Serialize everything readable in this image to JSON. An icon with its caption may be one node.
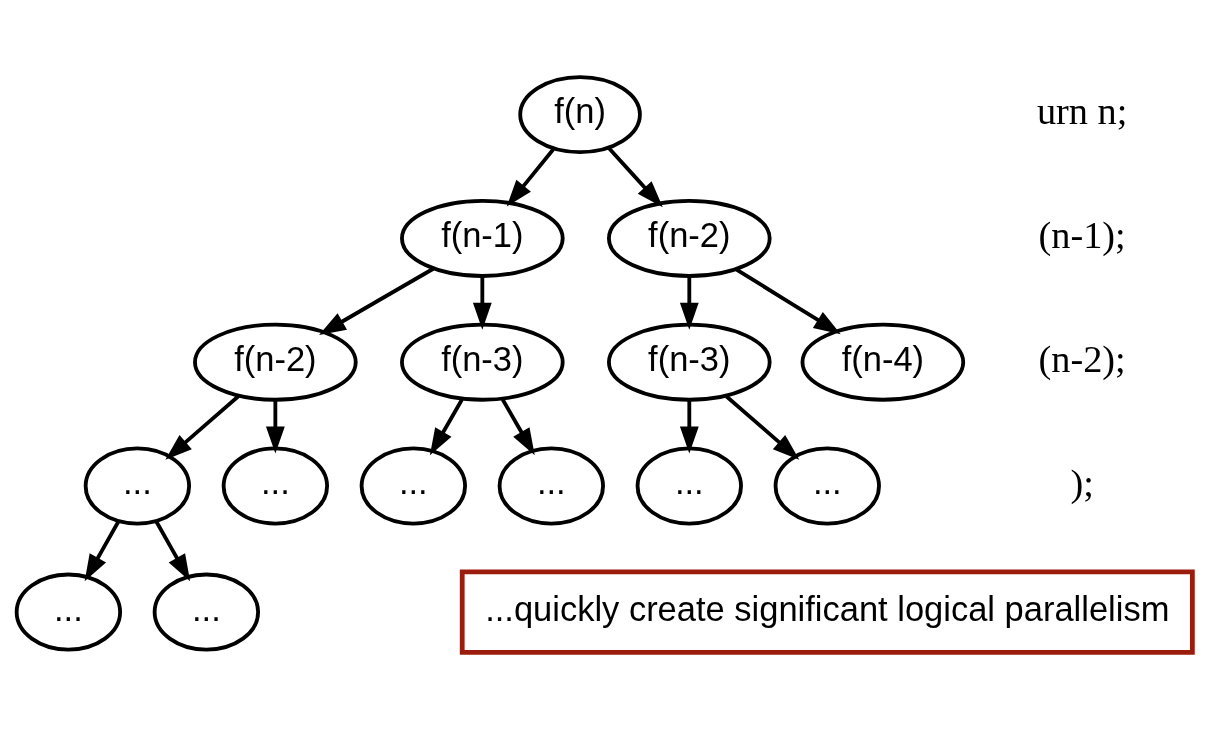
{
  "diagram": {
    "nodes": [
      {
        "text": [
          "f(n)"
        ]
      },
      {
        "text": [
          "f(n-1)"
        ]
      },
      {
        "text": [
          "f(n-2)"
        ]
      },
      {
        "text": [
          "f(n-2)"
        ]
      },
      {
        "text": [
          "f(n-3)"
        ]
      },
      {
        "text": [
          "f(n-3)"
        ]
      },
      {
        "text": [
          "f(n-4)"
        ]
      },
      {
        "text": [
          "..."
        ]
      },
      {
        "text": [
          "..."
        ]
      },
      {
        "text": [
          "..."
        ]
      },
      {
        "text": [
          "..."
        ]
      },
      {
        "text": [
          "..."
        ]
      },
      {
        "text": [
          "..."
        ]
      },
      {
        "text": [
          "..."
        ]
      },
      {
        "text": [
          "..."
        ]
      },
      {
        "text": [
          "...quickly create significant logical parallelism"
        ]
      }
    ],
    "edges": [
      {
        "from": 0,
        "to": 1,
        "arrow": "to"
      },
      {
        "from": 0,
        "to": 2,
        "arrow": "to"
      },
      {
        "from": 1,
        "to": 3,
        "arrow": "to"
      },
      {
        "from": 1,
        "to": 4,
        "arrow": "to"
      },
      {
        "from": 2,
        "to": 5,
        "arrow": "to"
      },
      {
        "from": 2,
        "to": 6,
        "arrow": "to"
      },
      {
        "from": 3,
        "to": 7,
        "arrow": "to"
      },
      {
        "from": 3,
        "to": 8,
        "arrow": "to"
      },
      {
        "from": 4,
        "to": 9,
        "arrow": "to"
      },
      {
        "from": 4,
        "to": 10,
        "arrow": "to"
      },
      {
        "from": 5,
        "to": 11,
        "arrow": "to"
      },
      {
        "from": 5,
        "to": 12,
        "arrow": "to"
      },
      {
        "from": 7,
        "to": 13,
        "arrow": "to"
      },
      {
        "from": 7,
        "to": 14,
        "arrow": "to"
      }
    ],
    "labels": [
      "urn n;",
      "(n-1);",
      "(n-2);",
      ");"
    ]
  }
}
